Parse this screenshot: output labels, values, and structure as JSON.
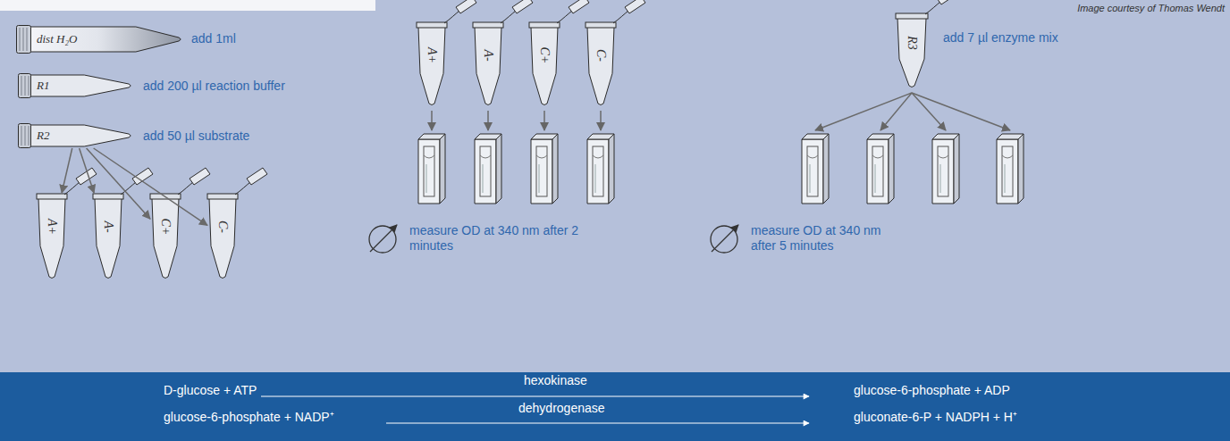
{
  "diagram": {
    "nodes": [
      {
        "text": [
          "dist H₂O"
        ]
      },
      {
        "text": [
          "R1"
        ]
      },
      {
        "text": [
          "R2"
        ]
      },
      {
        "text": [
          "A+"
        ]
      },
      {
        "text": [
          "A-"
        ]
      },
      {
        "text": [
          "C+"
        ]
      },
      {
        "text": [
          "C-"
        ]
      },
      {
        "text": [
          "A+"
        ]
      },
      {
        "text": [
          "A-"
        ]
      },
      {
        "text": [
          "C+"
        ]
      },
      {
        "text": [
          "C-"
        ]
      },
      {
        "text": [
          "R3"
        ]
      },
      {
        "text": [
          "D-glucose + ATP",
          "hexokinase",
          "glucose-6-phosphate + ADP",
          "glucose-6-phosphate + NADP⁺",
          "dehydrogenase",
          "gluconate-6-P + NADPH + H⁺"
        ]
      }
    ],
    "edges": [
      {
        "from": 2,
        "to": 3,
        "arrow": "to"
      },
      {
        "from": 2,
        "to": 4,
        "arrow": "to"
      },
      {
        "from": 2,
        "to": 5,
        "arrow": "to"
      },
      {
        "from": 2,
        "to": 6,
        "arrow": "to"
      }
    ],
    "labels": [
      "Image courtesy of Thomas Wendt",
      "add 1ml",
      "add 200 µl reaction buffer",
      "add 50 µl substrate",
      "measure OD at 340 nm after 2 minutes",
      "add 7 µl enzyme mix",
      "measure OD at 340 nm after 5 minutes"
    ]
  }
}
